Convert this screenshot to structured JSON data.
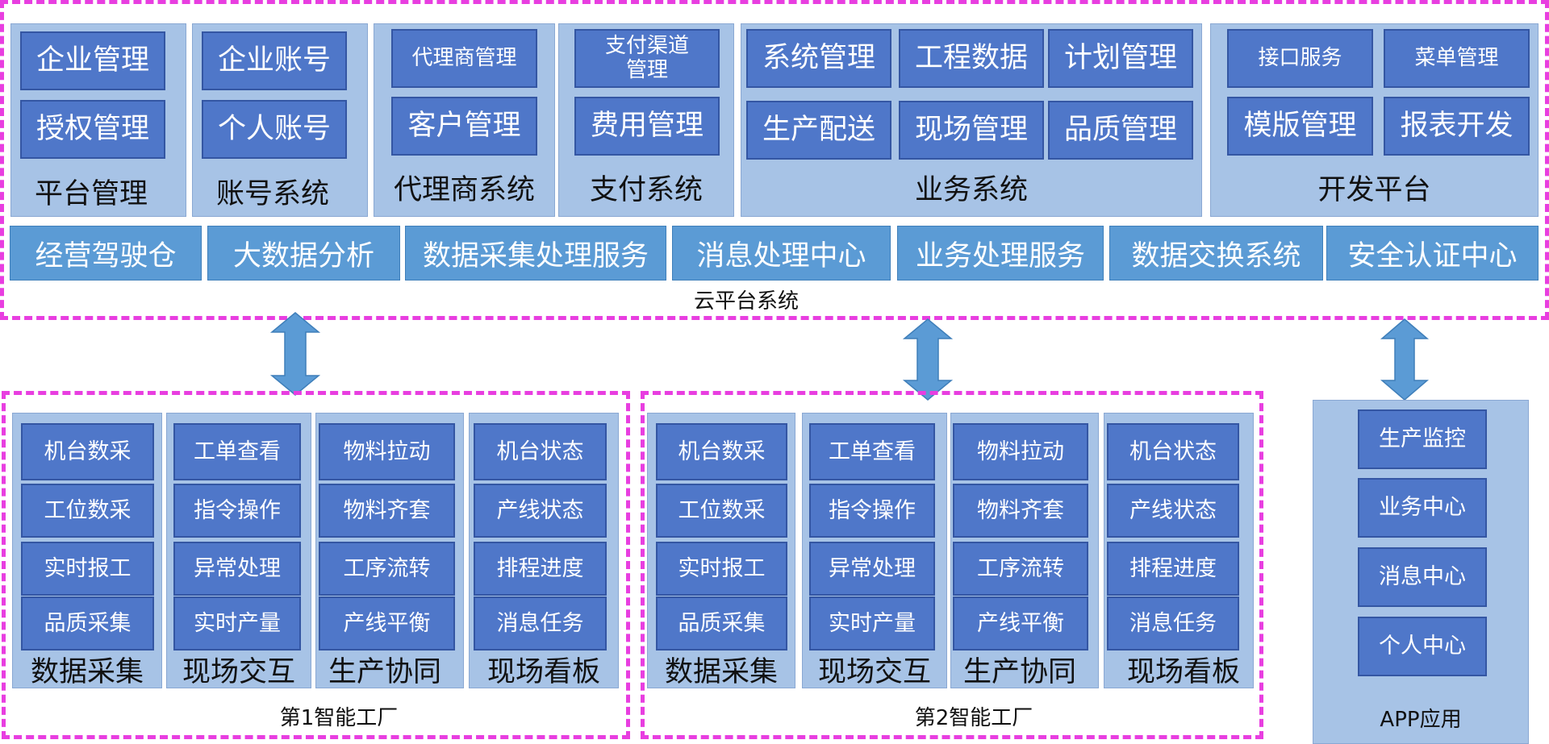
{
  "cloud": {
    "caption": "云平台系统",
    "groups": [
      {
        "label": "平台管理",
        "items": [
          "企业管理",
          "授权管理"
        ]
      },
      {
        "label": "账号系统",
        "items": [
          "企业账号",
          "个人账号"
        ]
      },
      {
        "label": "代理商系统",
        "items": [
          "代理商管理",
          "客户管理"
        ]
      },
      {
        "label": "支付系统",
        "items": [
          "支付渠道管理",
          "费用管理"
        ]
      },
      {
        "label": "业务系统",
        "items": [
          "系统管理",
          "工程数据",
          "计划管理",
          "生产配送",
          "现场管理",
          "品质管理"
        ]
      },
      {
        "label": "开发平台",
        "items": [
          "接口服务",
          "菜单管理",
          "模版管理",
          "报表开发"
        ]
      }
    ],
    "services": [
      "经营驾驶仓",
      "大数据分析",
      "数据采集处理服务",
      "消息处理中心",
      "业务处理服务",
      "数据交换系统",
      "安全认证中心"
    ]
  },
  "factories": [
    {
      "caption": "第1智能工厂",
      "columns": [
        {
          "label": "数据采集",
          "items": [
            "机台数采",
            "工位数采",
            "实时报工",
            "品质采集"
          ]
        },
        {
          "label": "现场交互",
          "items": [
            "工单查看",
            "指令操作",
            "异常处理",
            "实时产量"
          ]
        },
        {
          "label": "生产协同",
          "items": [
            "物料拉动",
            "物料齐套",
            "工序流转",
            "产线平衡"
          ]
        },
        {
          "label": "现场看板",
          "items": [
            "机台状态",
            "产线状态",
            "排程进度",
            "消息任务"
          ]
        }
      ]
    },
    {
      "caption": "第2智能工厂",
      "columns": [
        {
          "label": "数据采集",
          "items": [
            "机台数采",
            "工位数采",
            "实时报工",
            "品质采集"
          ]
        },
        {
          "label": "现场交互",
          "items": [
            "工单查看",
            "指令操作",
            "异常处理",
            "实时产量"
          ]
        },
        {
          "label": "生产协同",
          "items": [
            "物料拉动",
            "物料齐套",
            "工序流转",
            "产线平衡"
          ]
        },
        {
          "label": "现场看板",
          "items": [
            "机台状态",
            "产线状态",
            "排程进度",
            "消息任务"
          ]
        }
      ]
    }
  ],
  "app": {
    "caption": "APP应用",
    "items": [
      "生产监控",
      "业务中心",
      "消息中心",
      "个人中心"
    ]
  },
  "colors": {
    "dashed_border": "#e83ee0",
    "group_fill": "#a7c3e6",
    "button_fill": "#4f77c9",
    "service_fill": "#5b9bd5",
    "arrow_fill": "#5b9bd5"
  }
}
